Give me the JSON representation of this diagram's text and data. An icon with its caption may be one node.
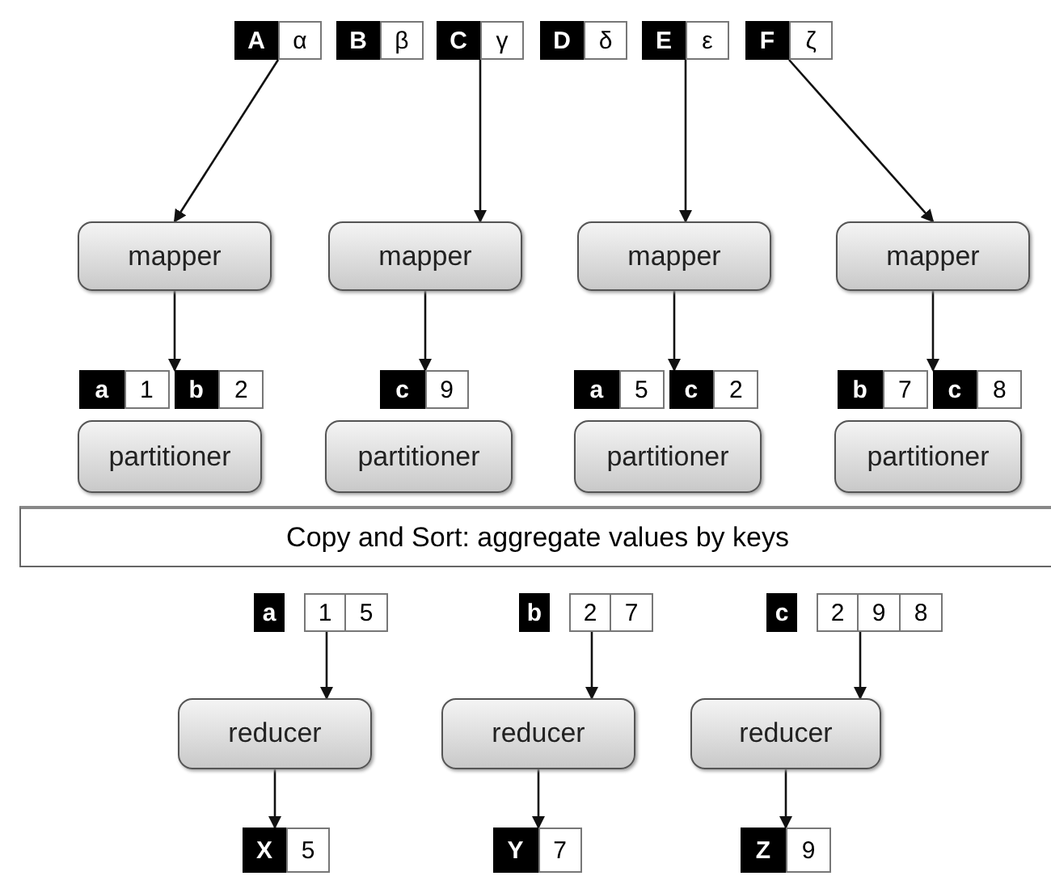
{
  "diagram": {
    "nodes": [
      {
        "text": [
          "A",
          "α"
        ]
      },
      {
        "text": [
          "B",
          "β"
        ]
      },
      {
        "text": [
          "C",
          "γ"
        ]
      },
      {
        "text": [
          "D",
          "δ"
        ]
      },
      {
        "text": [
          "E",
          "ε"
        ]
      },
      {
        "text": [
          "F",
          "ζ"
        ]
      },
      {
        "text": [
          "mapper"
        ]
      },
      {
        "text": [
          "mapper"
        ]
      },
      {
        "text": [
          "mapper"
        ]
      },
      {
        "text": [
          "mapper"
        ]
      },
      {
        "text": [
          "a",
          "1",
          "b",
          "2"
        ]
      },
      {
        "text": [
          "c",
          "9"
        ]
      },
      {
        "text": [
          "a",
          "5",
          "c",
          "2"
        ]
      },
      {
        "text": [
          "b",
          "7",
          "c",
          "8"
        ]
      },
      {
        "text": [
          "partitioner"
        ]
      },
      {
        "text": [
          "partitioner"
        ]
      },
      {
        "text": [
          "partitioner"
        ]
      },
      {
        "text": [
          "partitioner"
        ]
      },
      {
        "text": [
          "Copy and Sort: aggregate values by keys"
        ]
      },
      {
        "text": [
          "a",
          "1",
          "5"
        ]
      },
      {
        "text": [
          "b",
          "2",
          "7"
        ]
      },
      {
        "text": [
          "c",
          "2",
          "9",
          "8"
        ]
      },
      {
        "text": [
          "reducer"
        ]
      },
      {
        "text": [
          "reducer"
        ]
      },
      {
        "text": [
          "reducer"
        ]
      },
      {
        "text": [
          "X",
          "5"
        ]
      },
      {
        "text": [
          "Y",
          "7"
        ]
      },
      {
        "text": [
          "Z",
          "9"
        ]
      }
    ],
    "edges": [
      {
        "from": 0,
        "to": 6,
        "arrow": "to"
      },
      {
        "from": 2,
        "to": 7,
        "arrow": "to"
      },
      {
        "from": 4,
        "to": 8,
        "arrow": "to"
      },
      {
        "from": 5,
        "to": 9,
        "arrow": "to"
      },
      {
        "from": 6,
        "to": 10,
        "arrow": "to"
      },
      {
        "from": 7,
        "to": 11,
        "arrow": "to"
      },
      {
        "from": 8,
        "to": 12,
        "arrow": "to"
      },
      {
        "from": 9,
        "to": 13,
        "arrow": "to"
      },
      {
        "from": 19,
        "to": 22,
        "arrow": "to"
      },
      {
        "from": 20,
        "to": 23,
        "arrow": "to"
      },
      {
        "from": 21,
        "to": 24,
        "arrow": "to"
      },
      {
        "from": 22,
        "to": 25,
        "arrow": "to"
      },
      {
        "from": 23,
        "to": 26,
        "arrow": "to"
      },
      {
        "from": 24,
        "to": 27,
        "arrow": "to"
      }
    ]
  }
}
